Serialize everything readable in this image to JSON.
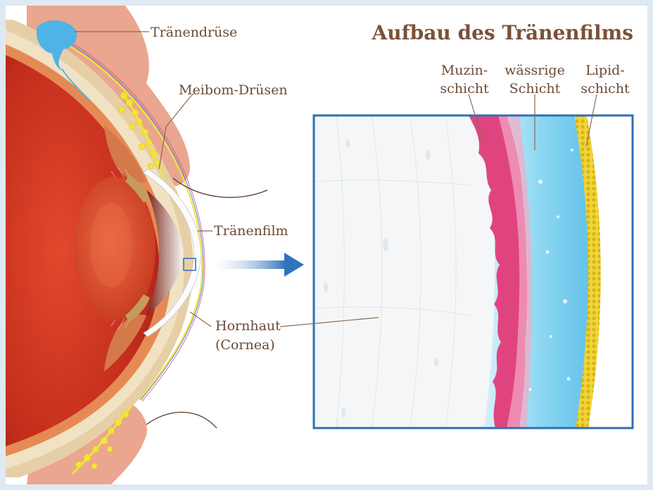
{
  "title": "Aufbau des Tränenfilms",
  "labels": {
    "traenendruese": "Tränendrüse",
    "meibom": "Meibom-Drüsen",
    "traenenfilm": "Tränenfilm",
    "hornhaut_1": "Hornhaut",
    "hornhaut_2": "(Cornea)"
  },
  "layers": {
    "muzin_1": "Muzin-",
    "muzin_2": "schicht",
    "waessrig_1": "wässrige",
    "waessrig_2": "Schicht",
    "lipid_1": "Lipid-",
    "lipid_2": "schicht"
  },
  "colors": {
    "background": "#dfe9f3",
    "text": "#6b4a34",
    "frame": "#2f6fb3",
    "arrow": "#2e73bd",
    "mucin": "#e0447f",
    "aqueous": "#7fd0ee",
    "lipid": "#e6c81e",
    "eyeball": "#c8321e",
    "lens": "#d8502e",
    "skin": "#e9a48e",
    "gland": "#f2e438",
    "lacrimal": "#4fb3e6"
  },
  "icons": {
    "magnify_marker": "square-outline",
    "zoom_arrow": "arrow-right"
  }
}
